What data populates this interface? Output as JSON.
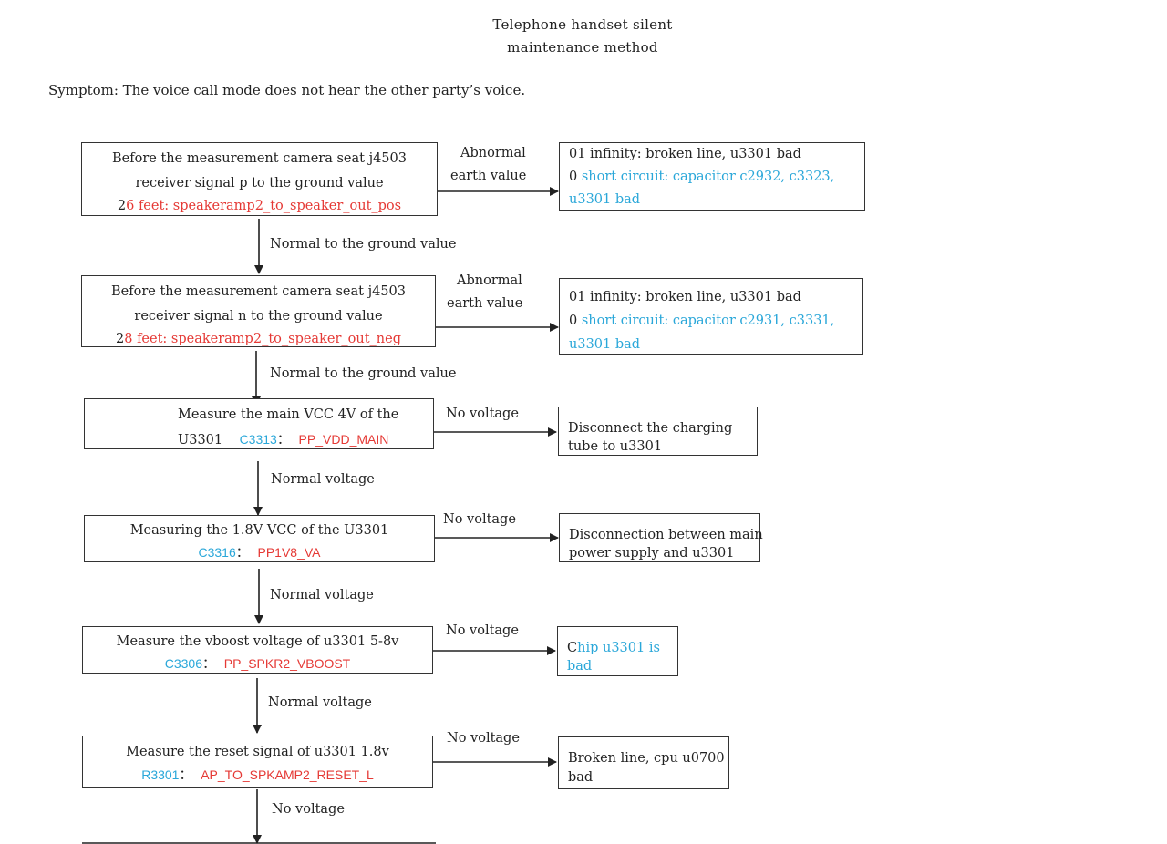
{
  "page": {
    "title_line1": "Telephone handset silent",
    "title_line2": "maintenance method",
    "symptom": "Symptom: The voice call mode does not hear the other party’s voice."
  },
  "steps": [
    {
      "line1": "Before the measurement camera seat j4503",
      "line2": "receiver signal p to the ground value",
      "line3_black": "2",
      "line3_red": "6 feet: speakeramp2_to_speaker_out_pos",
      "branch_label_1": "Abnormal",
      "branch_label_2": "earth value",
      "result_line1": "01 infinity: broken line, u3301 bad",
      "result_line2_black": "0 ",
      "result_line2_cyan": "short circuit: capacitor c2932, c3323,",
      "result_line3_cyan": "u3301 bad",
      "next_label": "Normal to the ground value"
    },
    {
      "line1": "Before the measurement camera seat j4503",
      "line2": "receiver signal n to the ground value",
      "line3_black": "2",
      "line3_red": "8 feet: speakeramp2_to_speaker_out_neg",
      "branch_label_1": "Abnormal",
      "branch_label_2": "earth value",
      "result_line1": "01 infinity: broken line, u3301 bad",
      "result_line2_black": "0 ",
      "result_line2_cyan": "short circuit: capacitor c2931, c3331,",
      "result_line3_cyan": "u3301 bad",
      "next_label": "Normal to the ground value"
    },
    {
      "line1": "Measure the main VCC 4V of the",
      "line2_black": "U3301",
      "line2_cyan": "C3313",
      "line2_sep": "：",
      "line2_red": "PP_VDD_MAIN",
      "branch_label": "No voltage",
      "result_line1": "Disconnect the charging",
      "result_line2": "tube to u3301",
      "next_label": "Normal voltage"
    },
    {
      "line1": "Measuring the 1.8V VCC of the U3301",
      "line2_cyan": "C3316",
      "line2_sep": "：",
      "line2_red": "PP1V8_VA",
      "branch_label": "No voltage",
      "result_line1": "Disconnection between main",
      "result_line2": "power supply and u3301",
      "next_label": "Normal voltage"
    },
    {
      "line1": "Measure the vboost voltage of u3301 5-8v",
      "line2_cyan": "C3306",
      "line2_sep": "：",
      "line2_red": "PP_SPKR2_VBOOST",
      "branch_label": "No voltage",
      "result_line1_black": "C",
      "result_line1_cyan": "hip u3301 is",
      "result_line2_cyan": "bad",
      "next_label": "Normal voltage"
    },
    {
      "line1": "Measure the reset signal of u3301 1.8v",
      "line2_cyan": "R3301",
      "line2_sep": "：",
      "line2_red": "AP_TO_SPKAMP2_RESET_L",
      "branch_label": "No voltage",
      "result_line1": "Broken line, cpu u0700",
      "result_line2": "bad",
      "next_label": "No voltage"
    }
  ],
  "colors": {
    "red": "#e53935",
    "cyan": "#2aa7d9",
    "line": "#222222"
  }
}
